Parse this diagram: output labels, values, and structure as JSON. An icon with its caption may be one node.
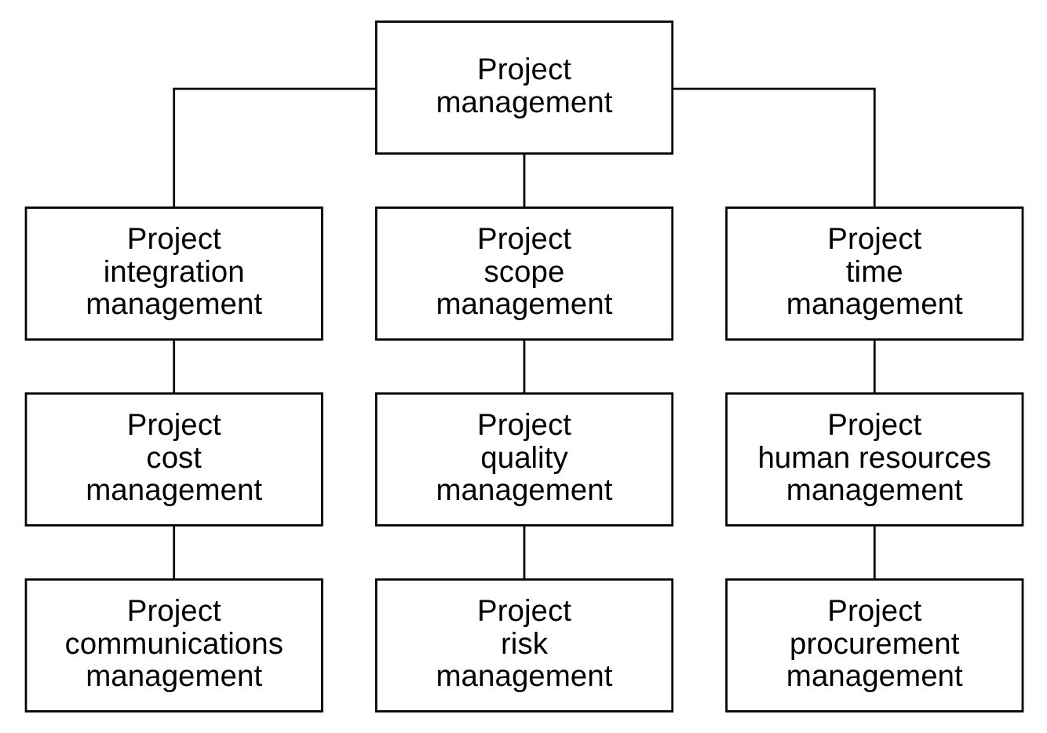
{
  "diagram": {
    "nodes": [
      {
        "text": [
          "Project management"
        ]
      },
      {
        "text": [
          "Project integration management"
        ]
      },
      {
        "text": [
          "Project scope management"
        ]
      },
      {
        "text": [
          "Project time management"
        ]
      },
      {
        "text": [
          "Project cost management"
        ]
      },
      {
        "text": [
          "Project quality management"
        ]
      },
      {
        "text": [
          "Project human resources management"
        ]
      },
      {
        "text": [
          "Project communications management"
        ]
      },
      {
        "text": [
          "Project risk management"
        ]
      },
      {
        "text": [
          "Project procurement management"
        ]
      }
    ],
    "edges": [
      {
        "from": 0,
        "to": 1,
        "arrow": "none"
      },
      {
        "from": 0,
        "to": 2,
        "arrow": "none"
      },
      {
        "from": 0,
        "to": 3,
        "arrow": "none"
      },
      {
        "from": 1,
        "to": 4,
        "arrow": "none"
      },
      {
        "from": 4,
        "to": 7,
        "arrow": "none"
      },
      {
        "from": 2,
        "to": 5,
        "arrow": "none"
      },
      {
        "from": 5,
        "to": 8,
        "arrow": "none"
      },
      {
        "from": 3,
        "to": 6,
        "arrow": "none"
      },
      {
        "from": 6,
        "to": 9,
        "arrow": "none"
      }
    ]
  }
}
